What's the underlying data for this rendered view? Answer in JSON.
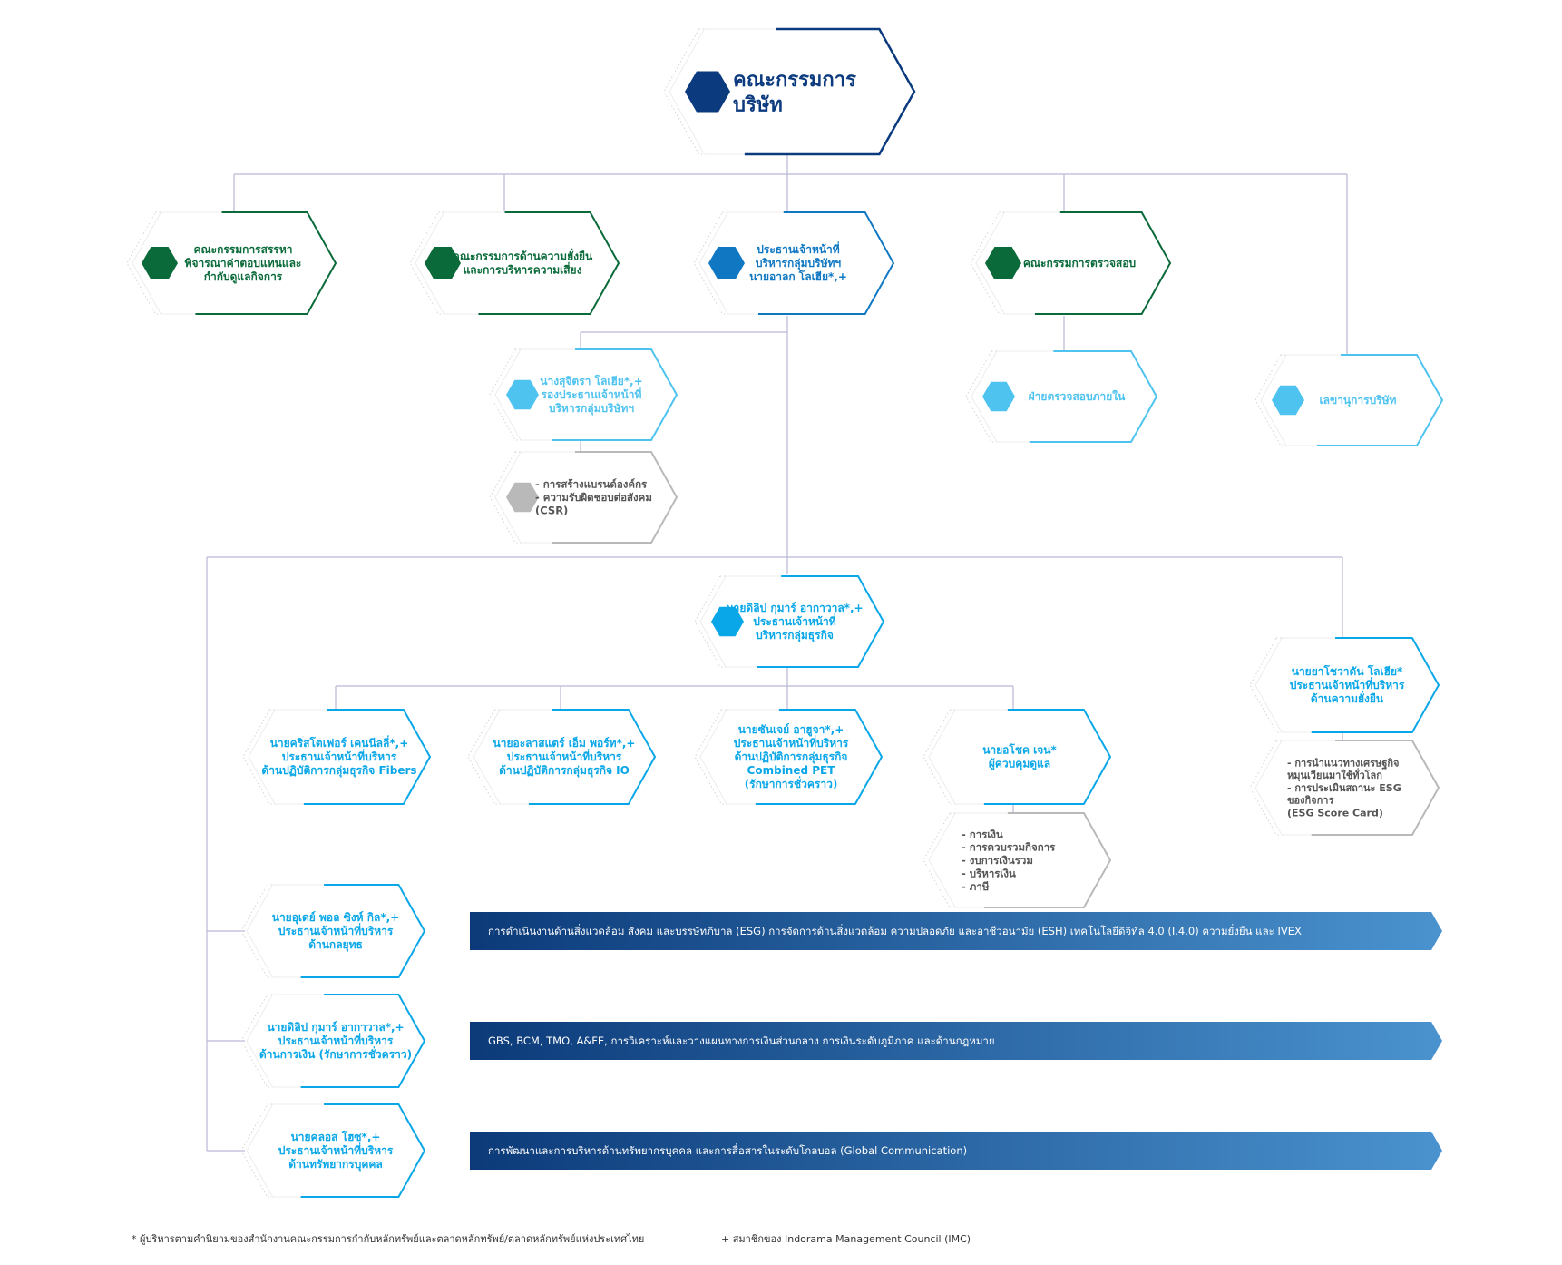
{
  "colors": {
    "navy": "#0b3a7e",
    "green": "#0a6a3a",
    "blue_mid": "#1078c2",
    "blue_light": "#4fc3ef",
    "blue_bright": "#0aa7e8",
    "gray": "#b9b9b9",
    "line": "#b9b7d6",
    "bar_start": "#0c3a79",
    "bar_end": "#4a93cf"
  },
  "board": {
    "lines": [
      "คณะกรรมการ",
      "บริษัท"
    ]
  },
  "committees": [
    {
      "lines": [
        "คณะกรรมการสรรหา",
        "พิจารณาค่าตอบแทนและ",
        "กำกับดูแลกิจการ"
      ]
    },
    {
      "lines": [
        "คณะกรรมการด้านความยั่งยืน",
        "และการบริหารความเสี่ยง"
      ]
    },
    {
      "lines": [
        "ประธานเจ้าหน้าที่",
        "บริหารกลุ่มบริษัทฯ",
        "นายอาลก โลเฮีย*,+"
      ]
    },
    {
      "lines": [
        "คณะกรรมการตรวจสอบ"
      ]
    }
  ],
  "internal_audit": {
    "lines": [
      "ฝ่ายตรวจสอบภายใน"
    ]
  },
  "secretary": {
    "lines": [
      "เลขานุการบริษัท"
    ]
  },
  "vice_ceo": {
    "lines": [
      "นางสุจิตรา โลเฮีย*,+",
      "รองประธานเจ้าหน้าที่",
      "บริหารกลุ่มบริษัทฯ"
    ]
  },
  "vice_ceo_duties": {
    "lines": [
      "- การสร้างแบรนด์องค์กร",
      "- ความรับผิดชอบต่อสังคม",
      "(CSR)"
    ]
  },
  "business_ceo": {
    "lines": [
      "นายดิลิป กุมาร์ อากาวาล*,+",
      "ประธานเจ้าหน้าที่",
      "บริหารกลุ่มธุรกิจ"
    ]
  },
  "sustainability_head": {
    "lines": [
      "นายยาโชวาดัน โลเฮีย*",
      "ประธานเจ้าหน้าที่บริหาร",
      "ด้านความยั่งยืน"
    ]
  },
  "sustainability_duties": {
    "lines": [
      "- การนำแนวทางเศรษฐกิจ",
      "หมุนเวียนมาใช้ทั่วโลก",
      "- การประเมินสถานะ ESG",
      "ของกิจการ",
      "(ESG Score Card)"
    ]
  },
  "business_units": [
    {
      "lines": [
        "นายคริสโตเฟอร์ เคนนีลลี่*,+",
        "ประธานเจ้าหน้าที่บริหาร",
        "ด้านปฏิบัติการกลุ่มธุรกิจ Fibers"
      ]
    },
    {
      "lines": [
        "นายอะลาสแตร์ เอ็ม พอร์ท*,+",
        "ประธานเจ้าหน้าที่บริหาร",
        "ด้านปฏิบัติการกลุ่มธุรกิจ IO"
      ]
    },
    {
      "lines": [
        "นายซันเจย์ อาฮูจา*,+",
        "ประธานเจ้าหน้าที่บริหาร",
        "ด้านปฏิบัติการกลุ่มธุรกิจ",
        "Combined PET",
        "(รักษาการชั่วคราว)"
      ]
    },
    {
      "lines": [
        "นายอโชค เจน*",
        "ผู้ควบคุมดูแล"
      ]
    }
  ],
  "controller_duties": {
    "lines": [
      "- การเงิน",
      "- การควบรวมกิจการ",
      "- งบการเงินรวม",
      "- บริหารเงิน",
      "- ภาษี"
    ]
  },
  "functional_heads": [
    {
      "lines": [
        "นายอุเดย์ พอล ซิงห์ กิล*,+",
        "ประธานเจ้าหน้าที่บริหาร",
        "ด้านกลยุทธ"
      ],
      "bar": "การดำเนินงานด้านสิ่งแวดล้อม สังคม และบรรษัทภิบาล (ESG) การจัดการด้านสิ่งแวดล้อม ความปลอดภัย และอาชีวอนามัย (ESH) เทคโนโลยีดิจิทัล 4.0 (I.4.0) ความยั่งยืน และ IVEX"
    },
    {
      "lines": [
        "นายดิลิป กุมาร์ อากาวาล*,+",
        "ประธานเจ้าหน้าที่บริหาร",
        "ด้านการเงิน (รักษาการชั่วคราว)"
      ],
      "bar": "GBS, BCM, TMO, A&FE, การวิเคราะห์และวางแผนทางการเงินส่วนกลาง การเงินระดับภูมิภาค และด้านกฎหมาย"
    },
    {
      "lines": [
        "นายคลอส โฮซ*,+",
        "ประธานเจ้าหน้าที่บริหาร",
        "ด้านทรัพยากรบุคคล"
      ],
      "bar": "การพัฒนาและการบริหารด้านทรัพยากรบุคคล และการสื่อสารในระดับโกลบอล (Global Communication)"
    }
  ],
  "footnotes": {
    "left": "* ผู้บริหารตามคำนิยามของสำนักงานคณะกรรมการกำกับหลักทรัพย์และตลาดหลักทรัพย์/ตลาดหลักทรัพย์แห่งประเทศไทย",
    "right": "+ สมาชิกของ Indorama Management Council (IMC)"
  }
}
